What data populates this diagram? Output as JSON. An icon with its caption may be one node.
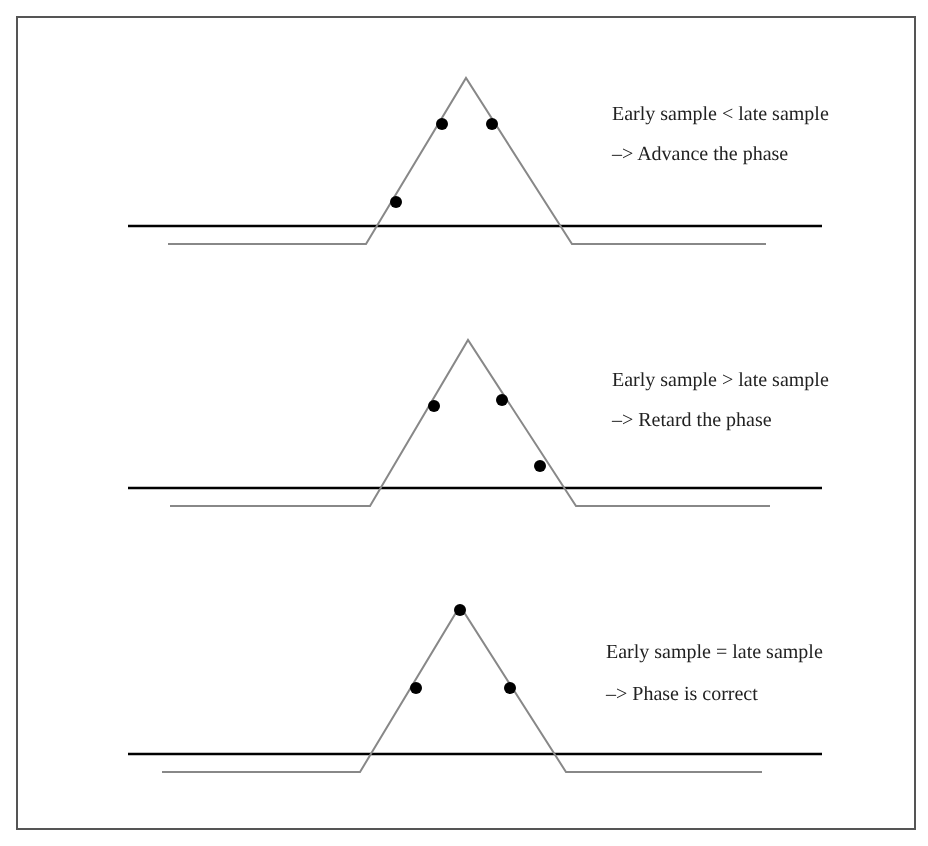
{
  "diagram": {
    "labels": [
      "Early sample < late sample",
      "–> Advance the phase",
      "Early sample > late sample",
      "–> Retard the phase",
      "Early sample = late sample",
      "–> Phase is correct"
    ]
  }
}
